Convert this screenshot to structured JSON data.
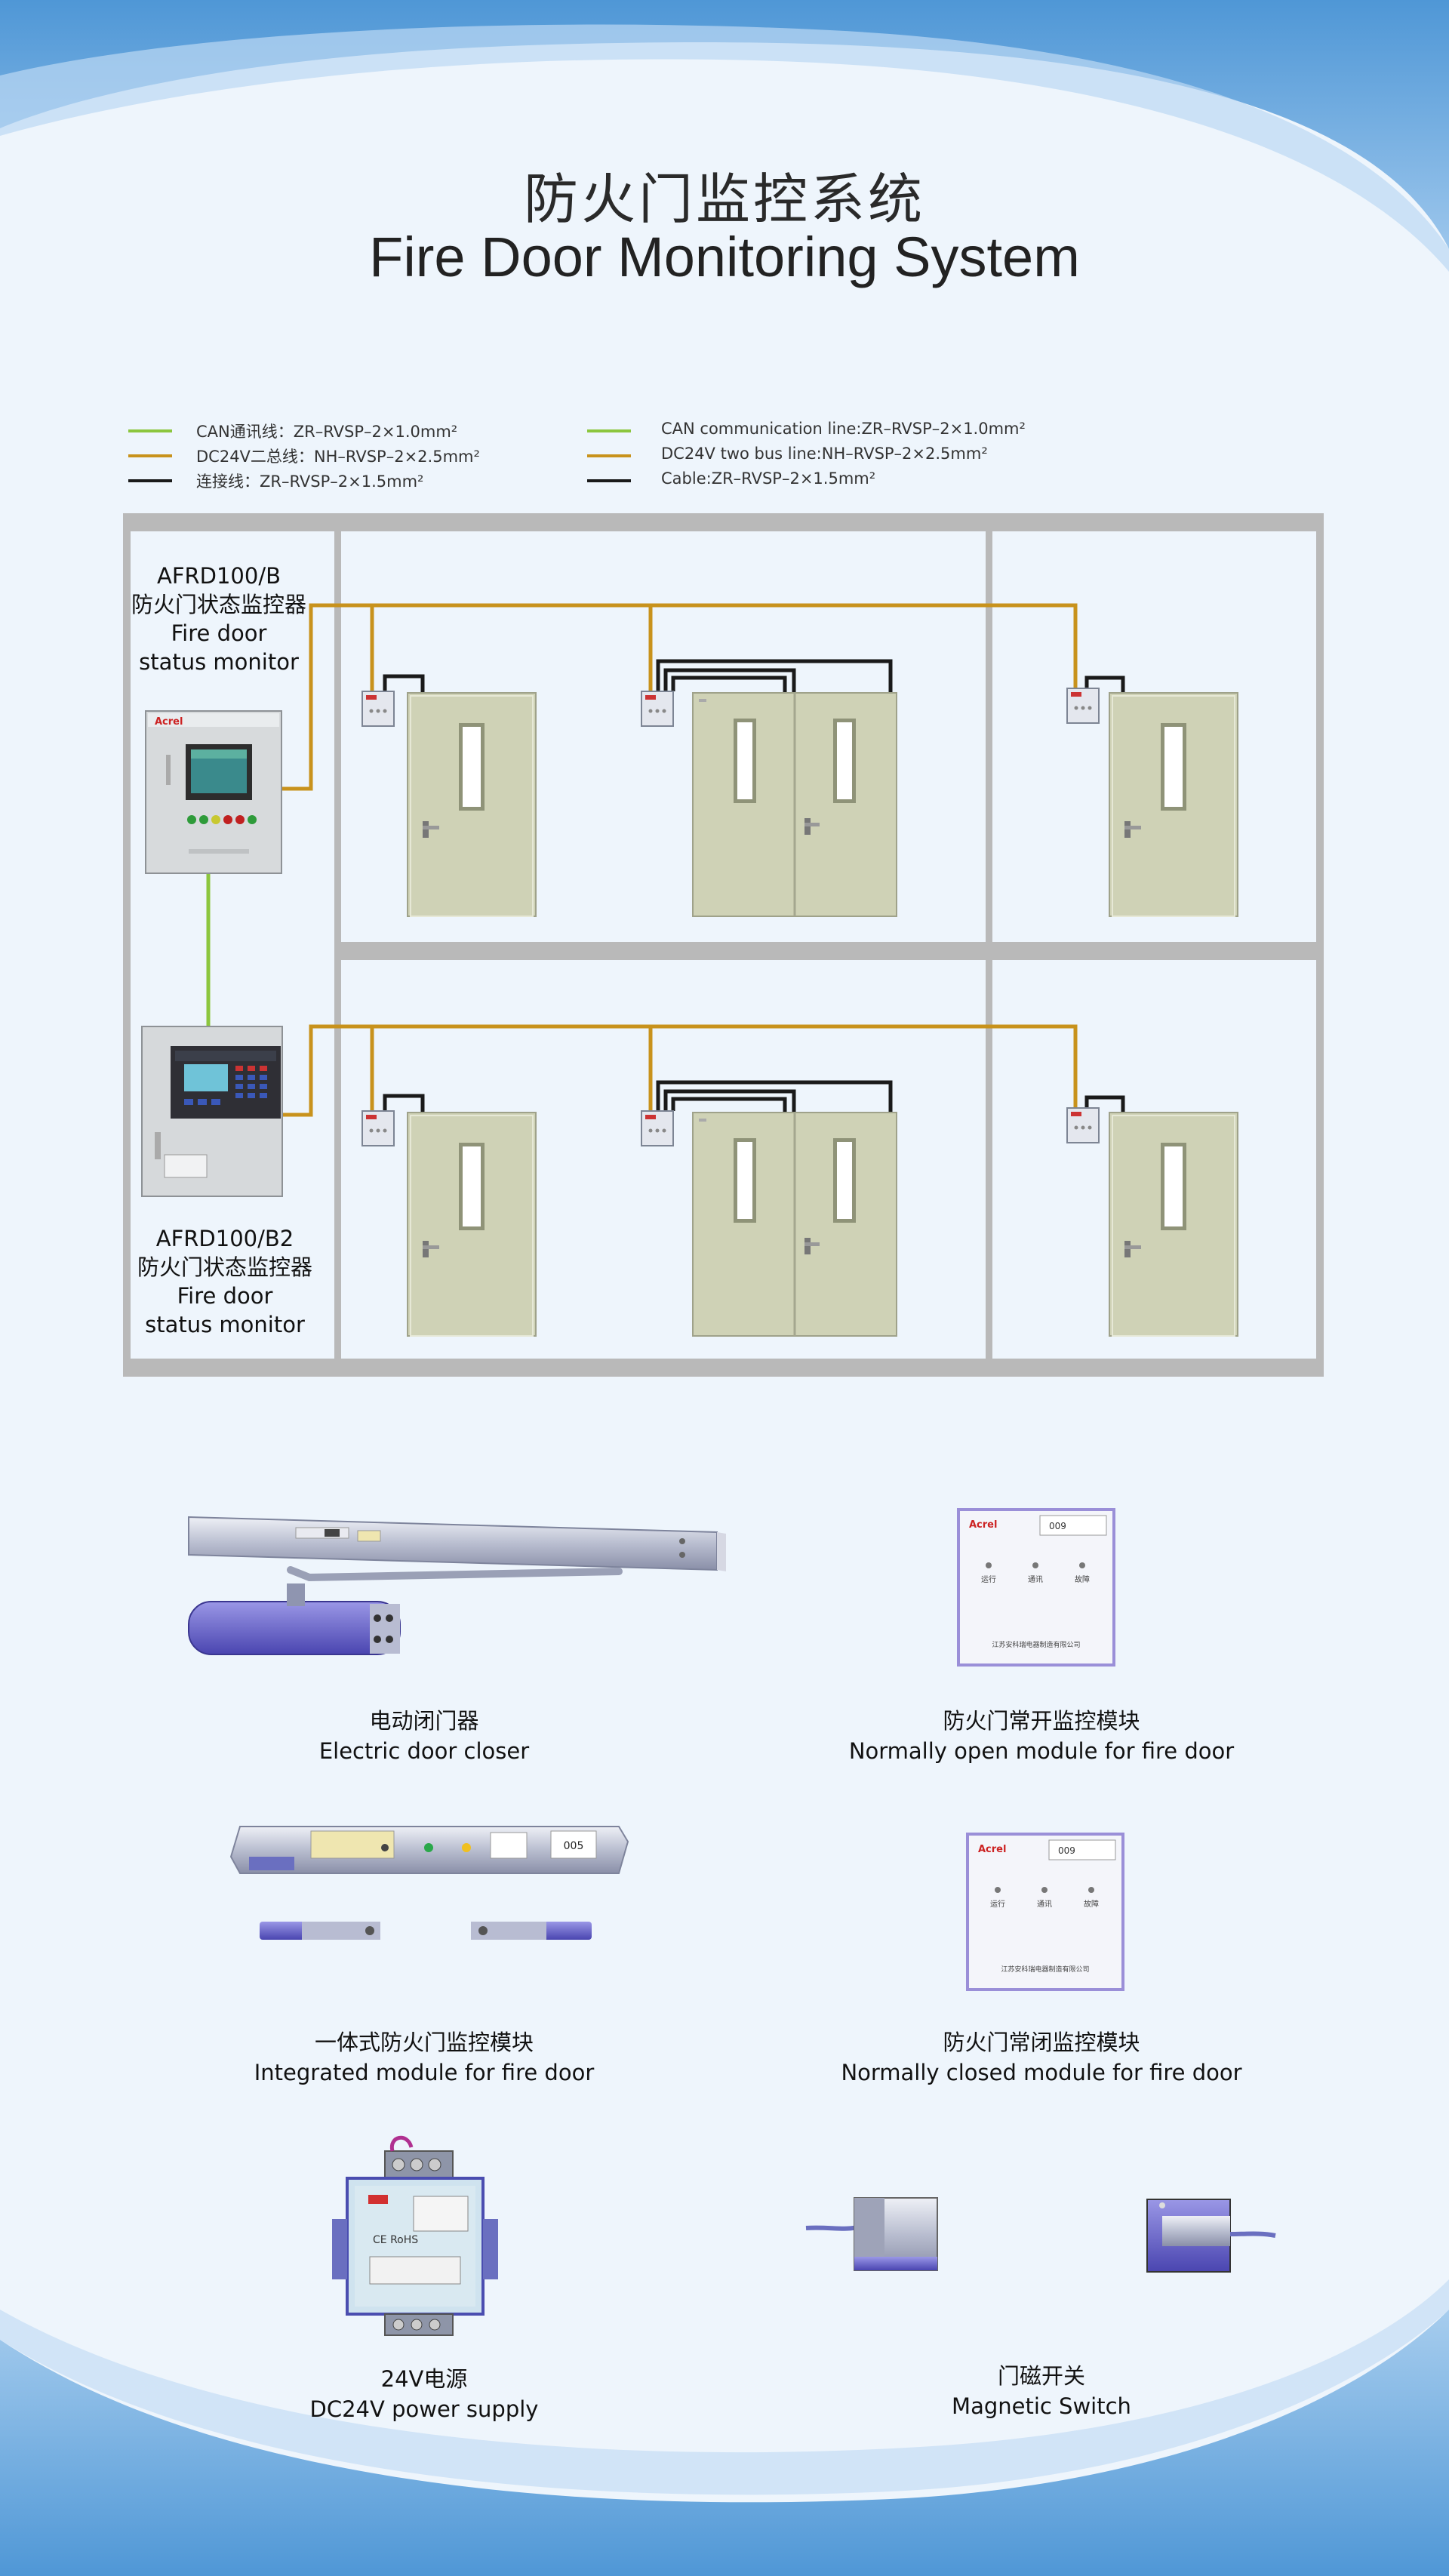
{
  "title": {
    "cn": "防火门监控系统",
    "en": "Fire Door Monitoring System"
  },
  "colors": {
    "can_line": "#8cc63e",
    "bus_line": "#c8921c",
    "cable_line": "#1a1a1a",
    "wall": "#b9b9b9",
    "door": "#cfd2b6"
  },
  "legend": {
    "cn": [
      {
        "text": "CAN通讯线：ZR–RVSP–2×1.0mm²",
        "color": "#8cc63e"
      },
      {
        "text": "DC24V二总线：NH–RVSP–2×2.5mm²",
        "color": "#c8921c"
      },
      {
        "text": "连接线：ZR–RVSP–2×1.5mm²",
        "color": "#1a1a1a"
      }
    ],
    "en": [
      {
        "text": "CAN communication line:ZR–RVSP–2×1.0mm²",
        "color": "#8cc63e"
      },
      {
        "text": "DC24V two bus line:NH–RVSP–2×2.5mm²",
        "color": "#c8921c"
      },
      {
        "text": "Cable:ZR–RVSP–2×1.5mm²",
        "color": "#1a1a1a"
      }
    ]
  },
  "monitors": {
    "top": {
      "model": "AFRD100/B",
      "cn": "防火门状态监控器",
      "en1": "Fire door",
      "en2": "status monitor",
      "brand": "Acrel"
    },
    "bottom": {
      "model": "AFRD100/B2",
      "cn": "防火门状态监控器",
      "en1": "Fire door",
      "en2": "status monitor"
    }
  },
  "products": [
    {
      "cn": "电动闭门器",
      "en": "Electric door closer"
    },
    {
      "cn": "防火门常开监控模块",
      "en": "Normally open module for fire door"
    },
    {
      "cn": "一体式防火门监控模块",
      "en": "Integrated module for fire door"
    },
    {
      "cn": "防火门常闭监控模块",
      "en": "Normally closed module for fire door"
    },
    {
      "cn": "24V电源",
      "en": "DC24V  power supply"
    },
    {
      "cn": "门磁开关",
      "en": "Magnetic Switch"
    }
  ],
  "module_labels": {
    "brand": "Acrel",
    "code": "009",
    "indicators": [
      "运行",
      "通讯",
      "故障"
    ],
    "company": "江苏安科瑞电器制造有限公司",
    "integrated_code": "005",
    "power_mark": "CE RoHS"
  }
}
